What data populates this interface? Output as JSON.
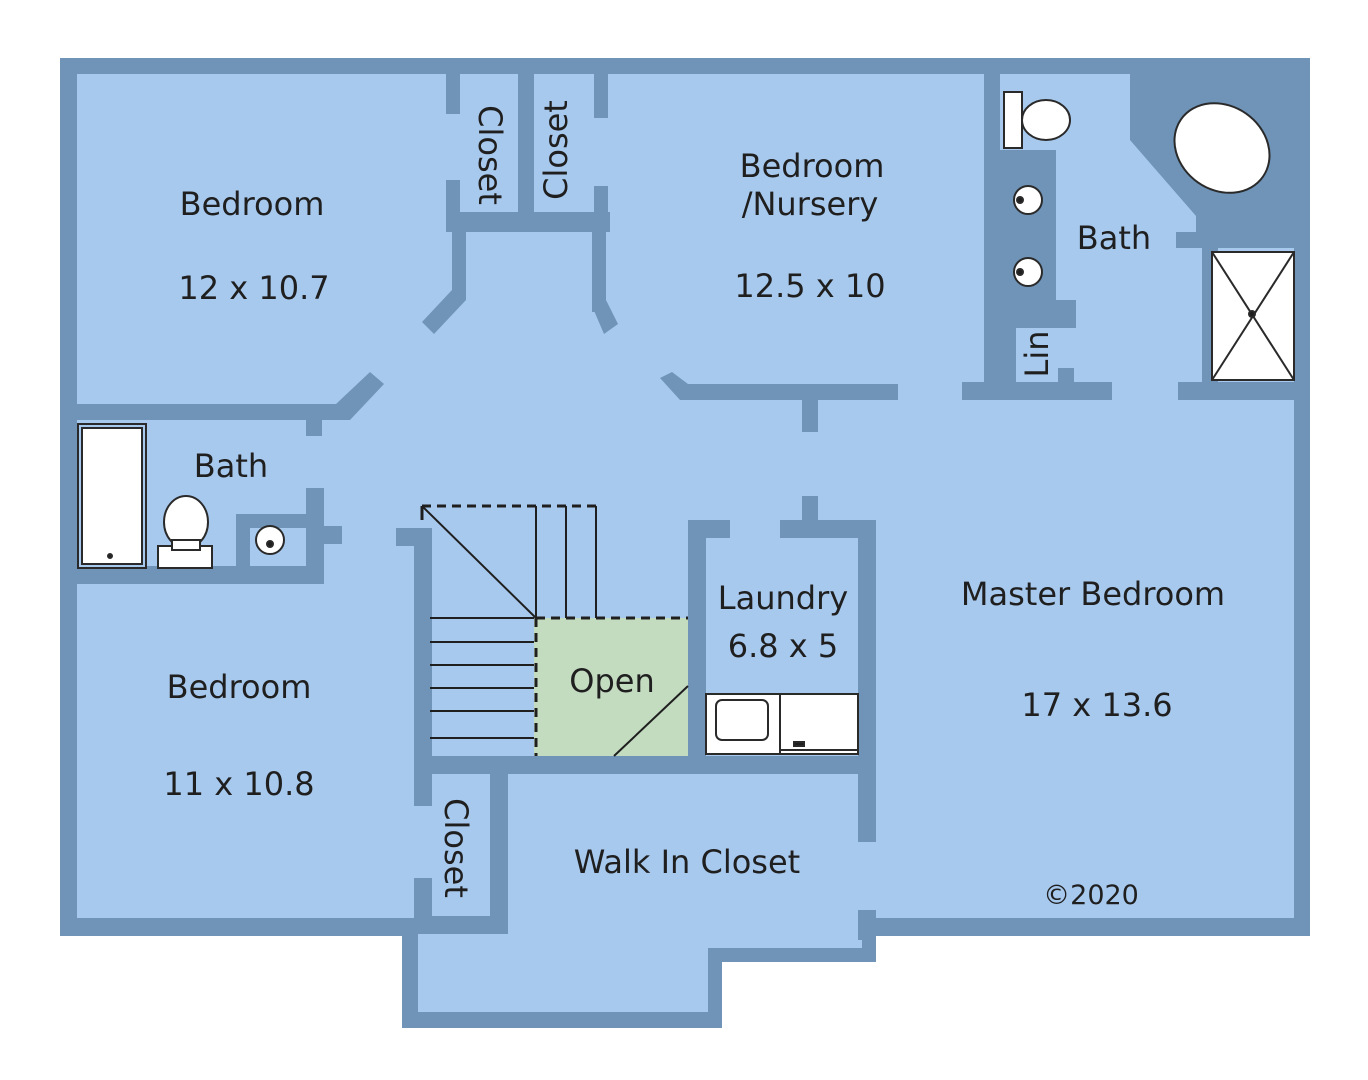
{
  "colors": {
    "floor": "#a8c9ee",
    "wall": "#6f94b8",
    "open_area": "#c3dcc0",
    "fixture_fill": "#ffffff",
    "line": "#1f1f1f"
  },
  "rooms": {
    "bedroom_nw": {
      "name": "Bedroom",
      "size": "12 x 10.7"
    },
    "bedroom_nursery": {
      "name_line1": "Bedroom",
      "name_line2": "/Nursery",
      "size": "12.5 x 10"
    },
    "bath_master": {
      "name": "Bath"
    },
    "bath_hall": {
      "name": "Bath"
    },
    "bedroom_sw": {
      "name": "Bedroom",
      "size": "11 x 10.8"
    },
    "laundry": {
      "name": "Laundry",
      "size": "6.8 x 5"
    },
    "open_area": {
      "name": "Open"
    },
    "master_bedroom": {
      "name": "Master Bedroom",
      "size": "17 x 13.6"
    },
    "walk_in_closet": {
      "name": "Walk In Closet"
    },
    "closet_a": {
      "name": "Closet"
    },
    "closet_b": {
      "name": "Closet"
    },
    "closet_c": {
      "name": "Closet"
    },
    "linen": {
      "name": "Lin"
    }
  },
  "copyright": "©2020"
}
